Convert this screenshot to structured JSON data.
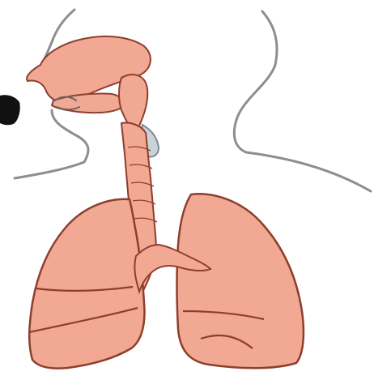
{
  "diagram": {
    "type": "respiratory-system-illustration",
    "colors": {
      "background": "#ffffff",
      "organ_fill": "#f1a993",
      "organ_outline": "#8e3e2f",
      "body_outline": "#8e8e8e",
      "pointer": "#111111"
    },
    "parts": [
      {
        "id": "nasal-cavity",
        "icon": "nasal-cavity-shape"
      },
      {
        "id": "mouth",
        "icon": "mouth-shape"
      },
      {
        "id": "trachea",
        "icon": "trachea-shape"
      },
      {
        "id": "larynx",
        "icon": "larynx-shape"
      },
      {
        "id": "right-lung",
        "icon": "lung-shape"
      },
      {
        "id": "left-lung",
        "icon": "lung-shape"
      },
      {
        "id": "bronchi",
        "icon": "bronchi-shape"
      }
    ]
  }
}
